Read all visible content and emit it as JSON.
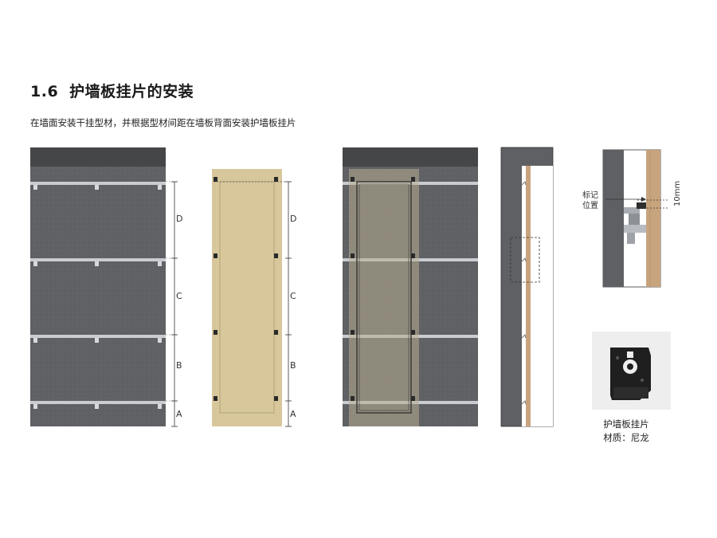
{
  "section": {
    "number": "1.6",
    "title": "护墙板挂片的安装",
    "description": "在墙面安装干挂型材，并根据型材间距在墙板背面安装护墙板挂片"
  },
  "dimension_labels": [
    "D",
    "C",
    "B",
    "A"
  ],
  "detail": {
    "mark_label_line1": "标记",
    "mark_label_line2": "位置",
    "gap_label": "10mm"
  },
  "clip": {
    "caption_line1": "护墙板挂片",
    "caption_line2": "材质：尼龙"
  },
  "colors": {
    "wall": "#5e6063",
    "wall_top": "#454648",
    "panel": "#d8c79b",
    "rail": "#c9ccd1",
    "wood": "#c8a47e"
  }
}
